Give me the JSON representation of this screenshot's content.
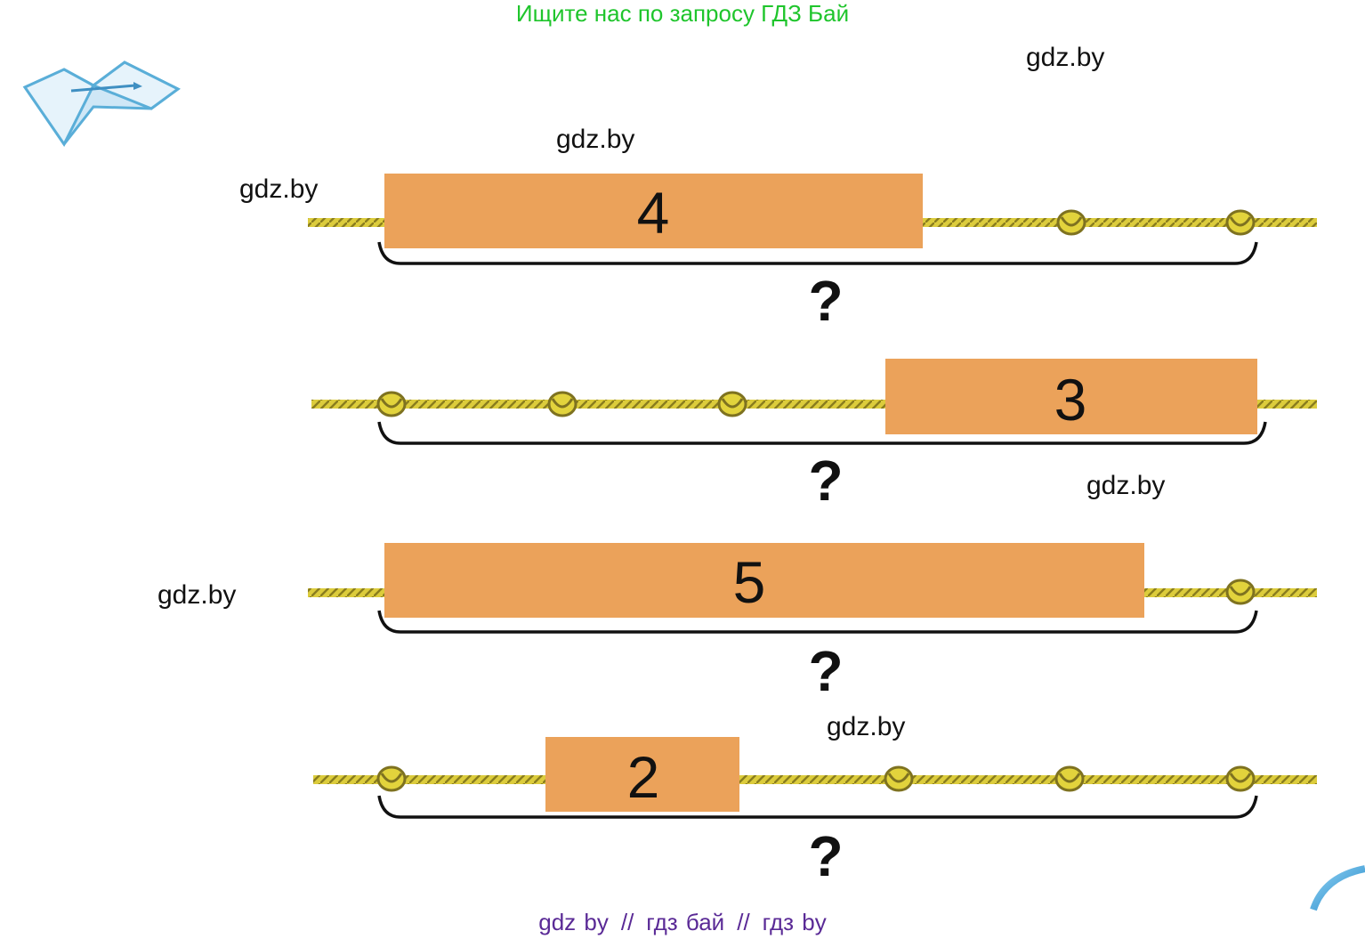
{
  "top_banner": "Ищите нас по запросу ГДЗ Бай",
  "watermarks": [
    "gdz.by",
    "gdz.by",
    "gdz.by",
    "gdz.by",
    "gdz.by",
    "gdz.by"
  ],
  "rows": [
    {
      "number": "4",
      "question": "?"
    },
    {
      "number": "3",
      "question": "?"
    },
    {
      "number": "5",
      "question": "?"
    },
    {
      "number": "2",
      "question": "?"
    }
  ],
  "footer": {
    "link1": "gdz by",
    "sep1": "//",
    "link2": "гдз бай",
    "sep2": "//",
    "link3": "гдз by"
  },
  "icons": {
    "book": "open-book-pencil-icon"
  },
  "colors": {
    "block": "#eba25a",
    "rope": "#d9c93a",
    "dash": "#6a4ea8",
    "banner": "#1fc52c",
    "footer": "#5a2a96"
  }
}
